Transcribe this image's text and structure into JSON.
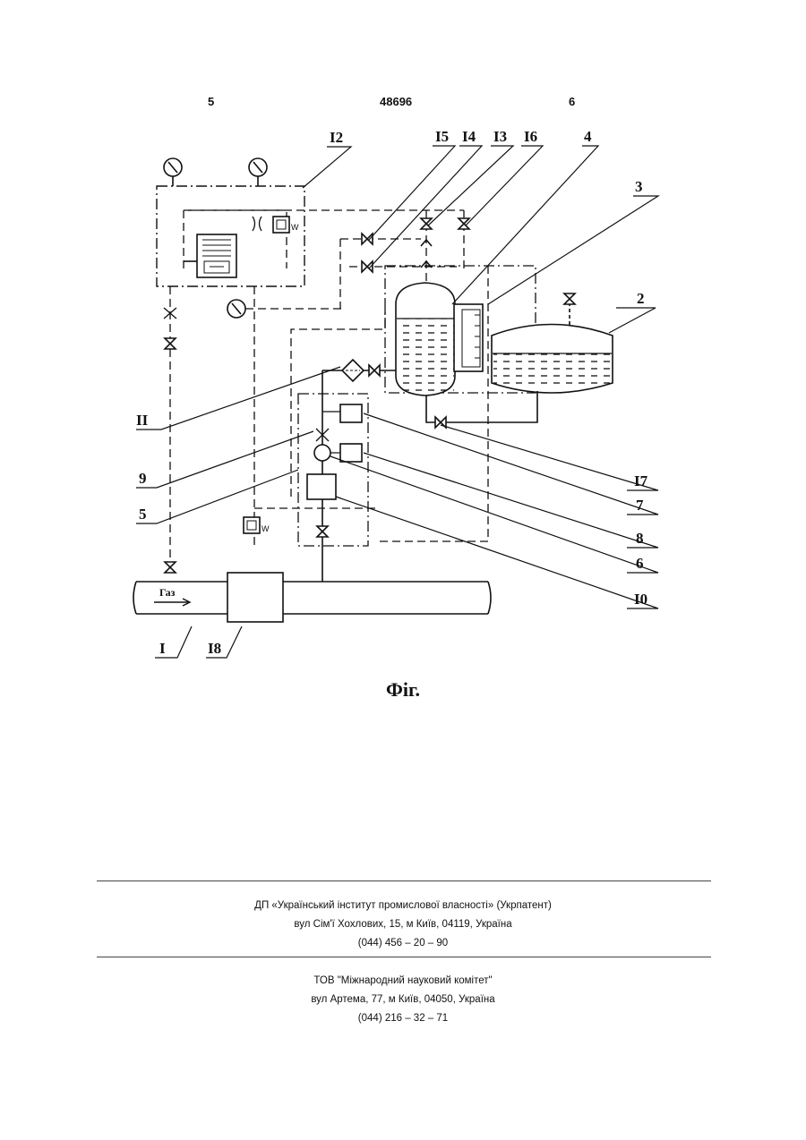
{
  "header": {
    "left_page": "5",
    "doc_number": "48696",
    "right_page": "6"
  },
  "figure": {
    "caption": "Фіг.",
    "gas_label": "Газ",
    "labels": {
      "I": "I",
      "2": "2",
      "3": "3",
      "4": "4",
      "5": "5",
      "6": "6",
      "7": "7",
      "8": "8",
      "9": "9",
      "I0": "I0",
      "II": "II",
      "I2": "I2",
      "I3": "I3",
      "I4": "I4",
      "I5": "I5",
      "I6": "I6",
      "I7": "I7",
      "I8": "I8"
    },
    "solenoid_mark": "W"
  },
  "footer": {
    "org1": "ДП «Український інститут промислової власності» (Укрпатент)",
    "addr1": "вул  Сім'ї Хохлових, 15, м  Київ, 04119, Україна",
    "tel1": "(044) 456 – 20 –  90",
    "org2": "ТОВ \"Міжнародний науковий комітет\"",
    "addr2": "вул  Артема, 77, м  Київ, 04050, Україна",
    "tel2": "(044) 216 – 32 – 71"
  }
}
